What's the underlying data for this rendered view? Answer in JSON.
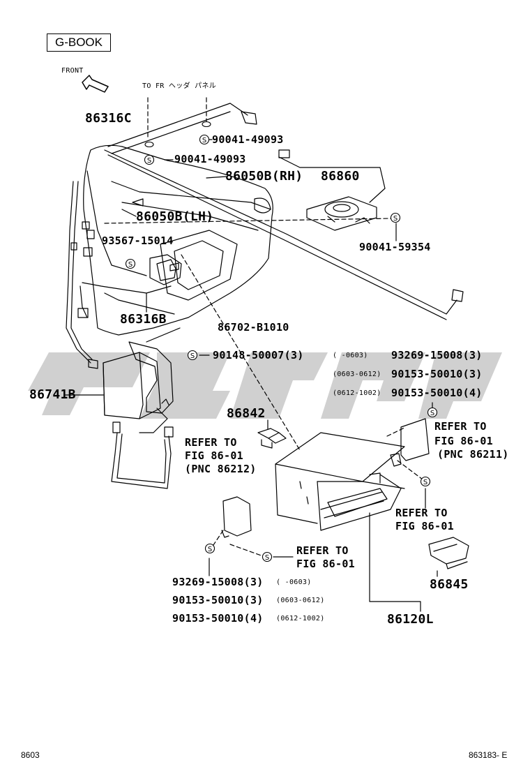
{
  "header": {
    "badge": "G-BOOK"
  },
  "annotations": {
    "front": "FRONT",
    "to_fr_header_panel": "TO FR ヘッダ パネル"
  },
  "parts": {
    "p86316C": "86316C",
    "p90041_49093_a": "90041-49093",
    "p90041_49093_b": "90041-49093",
    "p86050B_RH": "86050B(RH)",
    "p86860": "86860",
    "p86050B_LH": "86050B(LH)",
    "p93567_15014": "93567-15014",
    "p90041_59354": "90041-59354",
    "p86316B": "86316B",
    "p86702_B1010": "86702-B1010",
    "p90148_50007": "90148-50007(3)",
    "p86741B": "86741B",
    "p86842": "86842",
    "p86845": "86845",
    "p86120L": "86120L"
  },
  "right_fasteners": [
    {
      "range": "(    -0603)",
      "part": "93269-15008(3)"
    },
    {
      "range": "(0603-0612)",
      "part": "90153-50010(3)"
    },
    {
      "range": "(0612-1002)",
      "part": "90153-50010(4)"
    }
  ],
  "bottom_fasteners": [
    {
      "part": "93269-15008(3)",
      "range": "(    -0603)"
    },
    {
      "part": "90153-50010(3)",
      "range": "(0603-0612)"
    },
    {
      "part": "90153-50010(4)",
      "range": "(0612-1002)"
    }
  ],
  "refer_right": [
    "REFER TO",
    "FIG 86-01",
    "(PNC 86211)"
  ],
  "refer_left": [
    "REFER TO",
    "FIG 86-01",
    "(PNC 86212)"
  ],
  "refer_lower_right": [
    "REFER TO",
    "FIG 86-01"
  ],
  "refer_bottom": [
    "REFER TO",
    "FIG 86-01"
  ],
  "footer": {
    "left": "8603",
    "right": "863183- E"
  },
  "colors": {
    "ink": "#000000",
    "watermark": "#c8c8c8"
  }
}
